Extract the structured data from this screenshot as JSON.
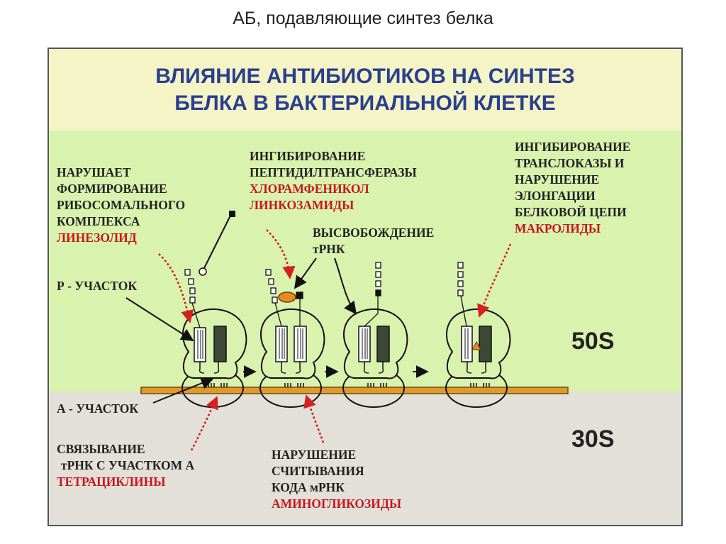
{
  "slide": {
    "title": "АБ, подавляющие синтез белка"
  },
  "heading": {
    "line1": "ВЛИЯНИЕ АНТИБИОТИКОВ НА СИНТЕЗ",
    "line2": "БЕЛКА В БАКТЕРИАЛЬНОЙ КЛЕТКЕ"
  },
  "labels": {
    "ribosome_complex": {
      "line1": "НАРУШАЕТ",
      "line2": "ФОРМИРОВАНИЕ",
      "line3": "РИБОСОМАЛЬНОГО",
      "line4": "КОМПЛЕКСА",
      "drug": "ЛИНЕЗОЛИД"
    },
    "p_site": "Р - УЧАСТОК",
    "peptidyl": {
      "line1": "ИНГИБИРОВАНИЕ",
      "line2": "ПЕПТИДИЛТРАНСФЕРАЗЫ",
      "drug1": "ХЛОРАМФЕНИКОЛ",
      "drug2": "ЛИНКОЗАМИДЫ"
    },
    "release": {
      "line1": "ВЫСВОБОЖДЕНИЕ",
      "line2": "тРНК"
    },
    "translocase": {
      "line1": "ИНГИБИРОВАНИЕ",
      "line2": "ТРАНСЛОКАЗЫ И",
      "line3": "НАРУШЕНИЕ",
      "line4": "ЭЛОНГАЦИИ",
      "line5": "БЕЛКОВОЙ ЦЕПИ",
      "drug": "МАКРОЛИДЫ"
    },
    "a_site": "А - УЧАСТОК",
    "binding": {
      "line1": "СВЯЗЫВАНИЕ",
      "line2": "тРНК С УЧАСТКОМ А",
      "drug": "ТЕТРАЦИКЛИНЫ"
    },
    "reading": {
      "line1": "НАРУШЕНИЕ",
      "line2": "СЧИТЫВАНИЯ",
      "line3": "КОДА мРНК",
      "drug": "АМИНОГЛИКОЗИДЫ"
    }
  },
  "subunits": {
    "large": "50S",
    "small": "30S"
  },
  "colors": {
    "top_band": "#f5f4c6",
    "mid_band": "#d9f2ae",
    "bottom_band": "#e2e0d8",
    "heading": "#2a3f8f",
    "drug_red": "#c8161d",
    "mrna": "#e09a2a",
    "inhibitor": "#e88a1c"
  }
}
